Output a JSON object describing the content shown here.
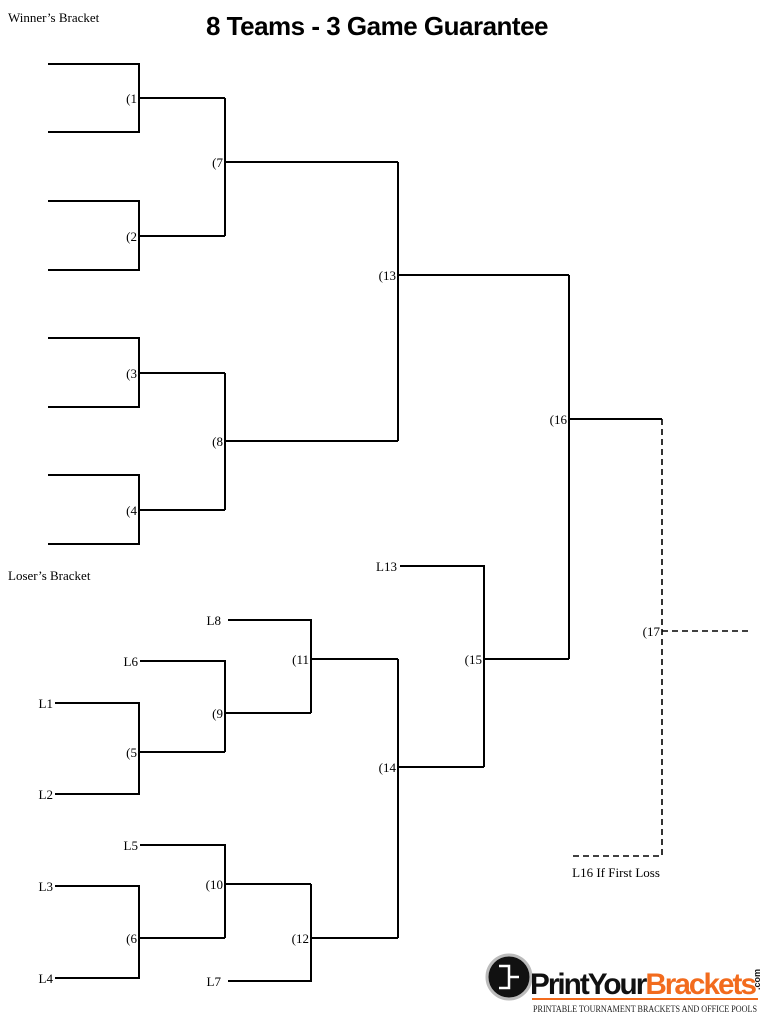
{
  "title": "8 Teams - 3 Game Guarantee",
  "winners_bracket_label": "Winner’s Bracket",
  "losers_bracket_label": "Loser’s Bracket",
  "games": {
    "g1": "(1",
    "g2": "(2",
    "g3": "(3",
    "g4": "(4",
    "g5": "(5",
    "g6": "(6",
    "g7": "(7",
    "g8": "(8",
    "g9": "(9",
    "g10": "(10",
    "g11": "(11",
    "g12": "(12",
    "g13": "(13",
    "g14": "(14",
    "g15": "(15",
    "g16": "(16",
    "g17": "(17"
  },
  "loser_slots": {
    "L1": "L1",
    "L2": "L2",
    "L3": "L3",
    "L4": "L4",
    "L5": "L5",
    "L6": "L6",
    "L7": "L7",
    "L8": "L8",
    "L13": "L13"
  },
  "if_necessary_label": "L16 If First Loss",
  "logo": {
    "name_black": "PrintYour",
    "name_orange": "Brackets",
    "tld": ".com",
    "tagline": "PRINTABLE TOURNAMENT BRACKETS AND OFFICE POOLS",
    "orange": "#f26b1d"
  }
}
